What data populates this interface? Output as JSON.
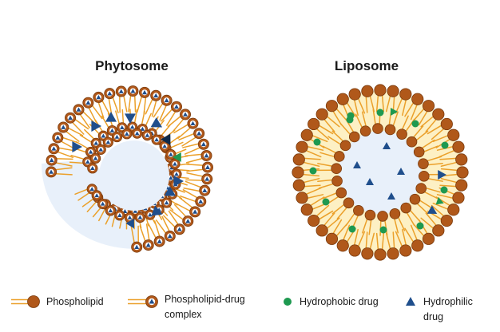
{
  "titles": {
    "phytosome": "Phytosome",
    "liposome": "Liposome"
  },
  "legend": {
    "phospholipid": "Phospholipid",
    "complex_line1": "Phospholipid-drug",
    "complex_line2": "complex",
    "hydrophobic": "Hydrophobic drug",
    "hydrophilic_line1": "Hydrophilic",
    "hydrophilic_line2": "drug"
  },
  "colors": {
    "head": "#b0581a",
    "head_stroke": "#7a3a0c",
    "tail": "#eba02a",
    "bilayer_fill": "#fdf0c4",
    "core_fill": "#e8f0fa",
    "hydrophilic_drug": "#1f4e8c",
    "hydrophobic_drug": "#1e9950",
    "complex_inner": "#1f4e8c"
  },
  "icons": {
    "phospholipid": "phospholipid-icon",
    "complex": "phospholipid-drug-complex-icon",
    "hydrophobic": "hydrophobic-drug-icon",
    "hydrophilic": "hydrophilic-drug-icon"
  }
}
